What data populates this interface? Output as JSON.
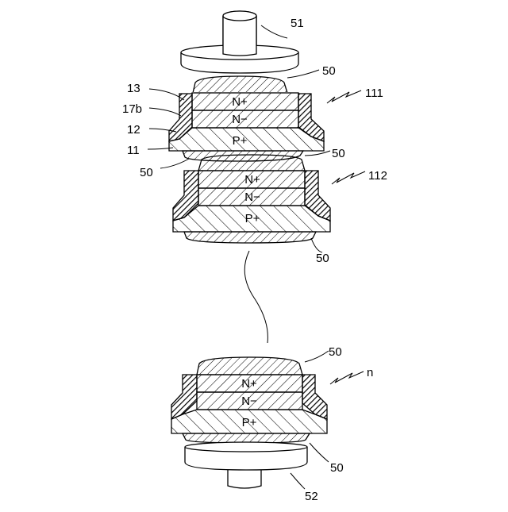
{
  "figure": {
    "layers": {
      "n_plus": "N+",
      "n_minus": "N−",
      "p_plus": "P+"
    },
    "labels": {
      "top_electrode": "51",
      "bottom_electrode": "52",
      "solder": "50",
      "n_plus_layer": "13",
      "insulator": "17b",
      "n_minus_layer": "12",
      "p_plus_layer": "11",
      "chip_1": "111",
      "chip_2": "112",
      "chip_n": "n"
    }
  }
}
